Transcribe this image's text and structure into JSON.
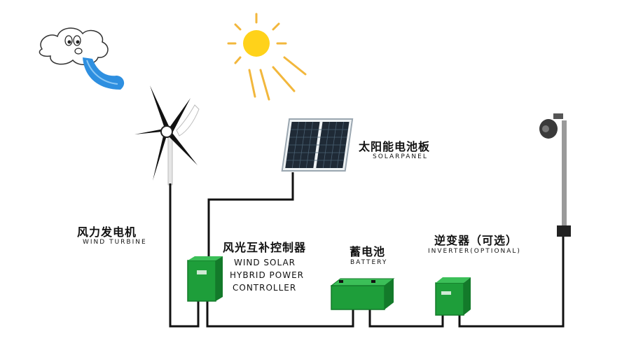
{
  "labels": {
    "solar_panel_cn": "太阳能电池板",
    "solar_panel_en": "SOLARPANEL",
    "wind_turbine_cn": "风力发电机",
    "wind_turbine_en": "WIND TURBINE",
    "controller_cn": "风光互补控制器",
    "controller_en_1": "WIND SOLAR",
    "controller_en_2": "HYBRID POWER",
    "controller_en_3": "CONTROLLER",
    "battery_cn": "蓄电池",
    "battery_en": "BATTERY",
    "inverter_cn": "逆变器（可选）",
    "inverter_en": "INVERTER(OPTIONAL)"
  },
  "colors": {
    "equipment_green": "#1e9e3a",
    "equipment_green_dark": "#137a2a",
    "wire": "#111111",
    "sun": "#ffd21a",
    "sun_rays": "#f2b73c",
    "wind_swirl": "#2e8fe0",
    "panel_cell": "#1f2a36",
    "pole": "#9a9a9a"
  }
}
